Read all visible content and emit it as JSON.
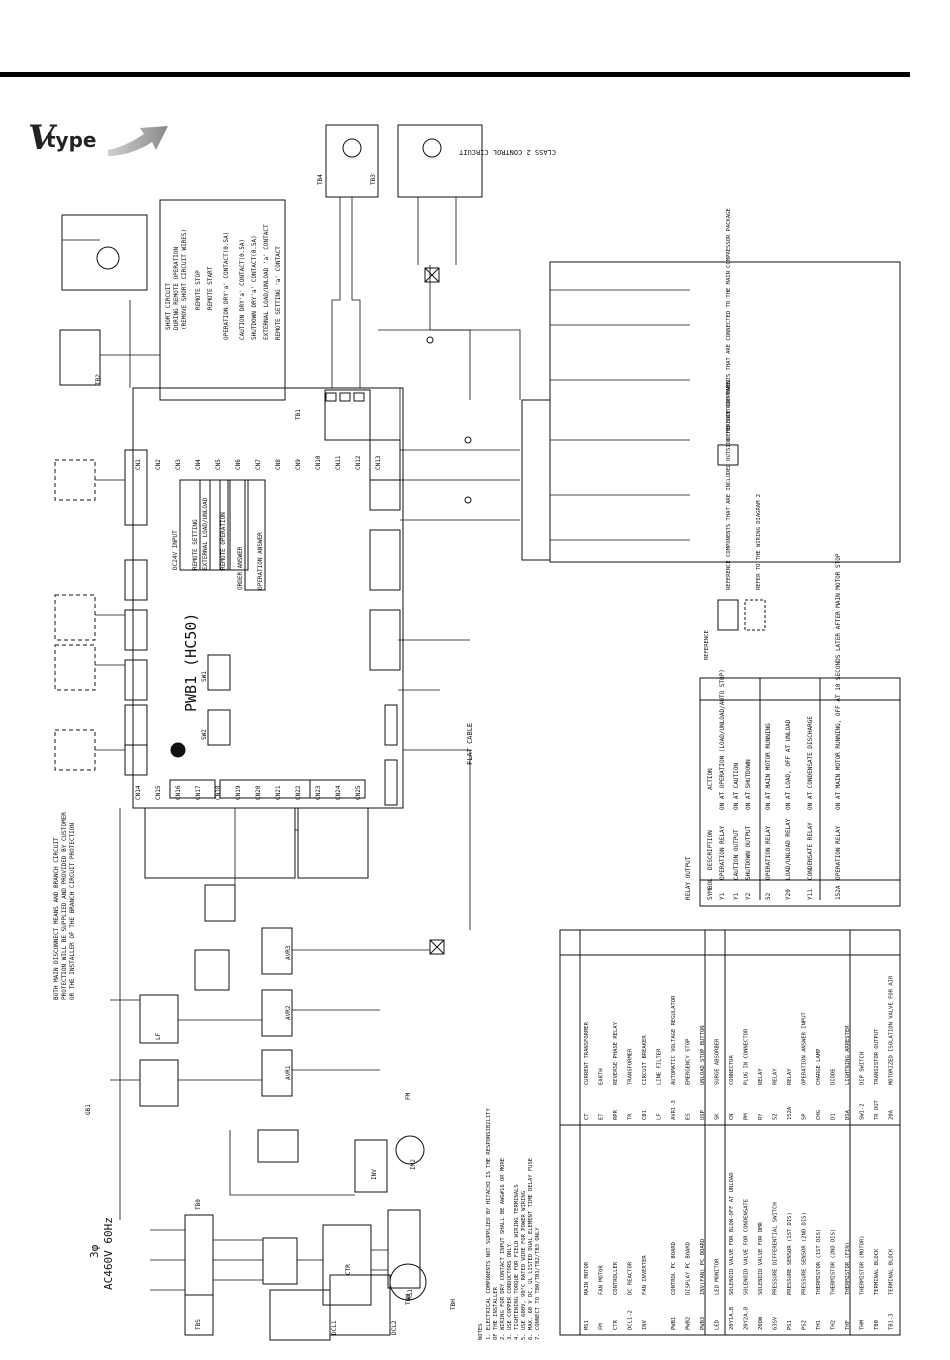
{
  "logo": {
    "v": "V",
    "type": "type"
  },
  "supply": {
    "phase": "3φ",
    "spec": "AC460V 60Hz"
  },
  "board": {
    "name": "PWB1 (HC50)"
  },
  "class2": "CLASS 2 CONTROL CIRCUIT",
  "flat_cable": "FLAT CABLE",
  "main_disconnect_note": [
    "BOTH MAIN DISCONNECT MEANS AND BRANCH CIRCUIT",
    "PROTECTION WILL BE SUPPLIED AND PROVIDED BY CUSTOMER",
    "OR THE INSTALLER OF THE BRANCH CIRCUIT PROTECTION"
  ],
  "inputs": [
    "DC24V INPUT",
    "REMOTE SETTING",
    "EXTERNAL LOAD/UNLOAD",
    "REMOTE OPERATION",
    "ORDER ANSWER",
    "OPERATION ANSWER"
  ],
  "remote_contacts": [
    "SHORT CIRCUIT",
    "DURING REMOTE OPERATION",
    "(REMOVE SHORT CIRCUIT WIRES)",
    "REMOTE STOP",
    "REMOTE START",
    "OPERATION  DRY'a' CONTACT(0.5A)",
    "CAUTION  DRY'a' CONTACT(0.5A)",
    "SHUTDOWN  DRY'a' CONTACT(0.5A)",
    "EXTERNAL LOAD/UNLOAD 'a' CONTACT",
    "REMOTE SETTING 'a' CONTACT"
  ],
  "connectors": [
    "CN1",
    "CN2",
    "CN3",
    "CN4",
    "CN5",
    "CN6",
    "CN7",
    "CN8",
    "CN9",
    "CN10",
    "CN11",
    "CN12",
    "CN13",
    "CN14",
    "CN15",
    "CN16",
    "CN17",
    "CN18",
    "CN19",
    "CN20",
    "CN21",
    "CN22",
    "CN23",
    "CN24",
    "CN25"
  ],
  "terminals": [
    "TB0",
    "TB1",
    "TB2",
    "TB3",
    "TB4",
    "TBM",
    "TBH",
    "TBS"
  ],
  "components": [
    "CTR",
    "AVR1",
    "AVR2",
    "AVR3",
    "DCL1",
    "DCL2",
    "SW1",
    "SW2",
    "INV",
    "FM",
    "IM2",
    "MS1",
    "LF",
    "GB1"
  ],
  "reference": {
    "title": "REFERENCE",
    "r1": "REFER TO THE WIRING DIAGRAM 2",
    "r2": "REFERENCE COMPONENTS THAT ARE INCLUDED OUTSIDE THE CONTROL PANEL",
    "r3": "REFERENCE COMPONENTS THAT ARE CONNECTED TO THE MAIN COMPRESSOR PACKAGE"
  },
  "relay_output": {
    "title": "RELAY OUTPUT",
    "headers": [
      "SYMBOL",
      "DESCRIPTION",
      "ACTION"
    ],
    "rows": [
      [
        "Y1",
        "OPERATION RELAY",
        "ON AT OPERATION (LOAD/UNLOAD/AUTO STOP)"
      ],
      [
        "Y1",
        "CAUTION OUTPUT",
        "ON AT CAUTION"
      ],
      [
        "Y2",
        "SHUTDOWN OUTPUT",
        "ON AT SHUTDOWN"
      ],
      [
        "52",
        "OPERATION RELAY",
        "ON AT MAIN MOTOR RUNNING"
      ],
      [
        "Y20",
        "LOAD/UNLOAD RELAY",
        "ON AT LOAD, OFF AT UNLOAD"
      ],
      [
        "Y11",
        "CONDENSATE RELAY",
        "ON AT CONDENSATE DISCHARGE"
      ],
      [
        "152A",
        "OPERATION RELAY",
        "ON AT MAIN MOTOR RUNNING, OFF AT 10 SECONDS LATER AFTER MAIN MOTOR STOP"
      ]
    ]
  },
  "parts_table": {
    "headers": [
      "SYMBOL",
      "PARTS NAME",
      "SYMBOL",
      "PARTS NAME"
    ],
    "rows": [
      [
        "MS1",
        "MAIN MOTOR",
        "CT",
        "CURRENT TRANSFORMER"
      ],
      [
        "FM",
        "FAN MOTOR",
        "ET",
        "EARTH"
      ],
      [
        "CTR",
        "CONTROLLER",
        "RPR",
        "REVERSE PHASE RELAY"
      ],
      [
        "DCL1-2",
        "DC REACTOR",
        "TR",
        "TRANSFORMER"
      ],
      [
        "INV",
        "FAN INVERTER",
        "CB1",
        "CIRCUIT BREAKER"
      ],
      [
        "",
        "",
        "LF",
        "LINE FILTER"
      ],
      [
        "PWB1",
        "CONTROL PC BOARD",
        "AVR1-3",
        "AUTOMATIC VOLTAGE REGULATOR"
      ],
      [
        "PWB2",
        "DISPLAY PC BOARD",
        "ES",
        "EMERGENCY STOP"
      ],
      [
        "PWB3",
        "INV(FAN) PC BOARD",
        "USP",
        "UNLOAD STOP BUTTON"
      ],
      [
        "LED",
        "LED MONITOR",
        "SK",
        "SURGE ABSORBER"
      ],
      [
        "20Y1A,B",
        "SOLENOID VALVE FOR BLOW-OFF AT UNLOAD",
        "CN",
        "CONNECTOR"
      ],
      [
        "20Y2A,B",
        "SOLENOID VALVE FOR CONDENSATE",
        "PM",
        "PLUG IN CONNECTOR"
      ],
      [
        "20DW",
        "SOLENOID VALVE FOR DMR",
        "RY",
        "RELAY"
      ],
      [
        "63SV",
        "PRESSURE DIFFERENTIAL SWITCH",
        "52",
        "RELAY"
      ],
      [
        "PS1",
        "PRESSURE SENSOR (1ST DIS)",
        "152A",
        "RELAY"
      ],
      [
        "PS2",
        "PRESSURE SENSOR (2ND DIS)",
        "SP",
        "OPERATION ANSWER INPUT"
      ],
      [
        "TH1",
        "THERMISTOR (1ST DIS)",
        "CHG",
        "CHARGE LAMP"
      ],
      [
        "TH2",
        "THERMISTOR (2ND DIS)",
        "D1",
        "DIODE"
      ],
      [
        "THF",
        "THERMISTOR (FIN)",
        "DSA",
        "LIGHTNING ARRESTER"
      ],
      [
        "THM",
        "THERMISTOR (MOTOR)",
        "SW1-2",
        "DIP SWITCH"
      ],
      [
        "TB0",
        "TERMINAL BLOCK",
        "TR OUT",
        "TRANSISTOR OUTPUT"
      ],
      [
        "TB1-3",
        "TERMINAL BLOCK",
        "20A",
        "MOTORIZED ISOLATION VALVE FOR AIR"
      ]
    ]
  },
  "notes": {
    "title": "NOTES",
    "items": [
      "1. ELECTRICAL COMPONENTS NOT SUPPLIED BY HITACHI IS THE RESPONSIBILITY",
      "   OF THE INSTALLER",
      "2. WIRING FOR DRY CONTACT INPUT SHALL BE AWG#16 OR MORE",
      "3. USE COPPER CONDUCTORS ONLY",
      "4. TIGHTENING TORQUE FOR FIELD WIRING TERMINALS",
      "5. USE 600V, 90°C RATED WIRE FOR POWER WIRING",
      "6. MAX. 60 V DC, UL LISTED DUAL ELEMENT TIME DELAY FUSE",
      "7. CONNECT TO TB0/TB1/TB2/TB3 ONLY"
    ]
  }
}
